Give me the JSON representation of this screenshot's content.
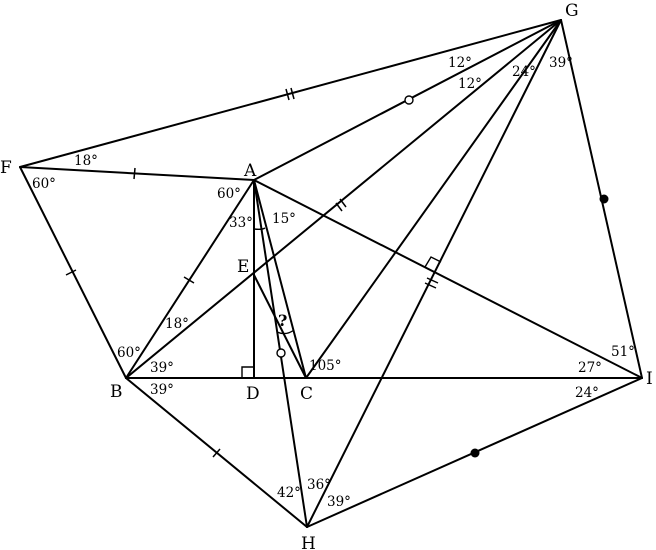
{
  "points": {
    "A": "A",
    "B": "B",
    "C": "C",
    "D": "D",
    "E": "E",
    "F": "F",
    "G": "G",
    "H": "H",
    "I": "I"
  },
  "angles": {
    "F_top": "18°",
    "F_bottom": "60°",
    "A_left": "60°",
    "A_inner": "33°",
    "A_inner2": "15°",
    "G_upper": "12°",
    "G_lower": "12°",
    "G_mid": "24°",
    "G_right": "39°",
    "B_top": "60°",
    "B_18": "18°",
    "B_39a": "39°",
    "B_39b": "39°",
    "C_105": "105°",
    "I_51": "51°",
    "I_27": "27°",
    "I_24": "24°",
    "H_42": "42°",
    "H_36": "36°",
    "H_39": "39°"
  },
  "unknown": "?"
}
